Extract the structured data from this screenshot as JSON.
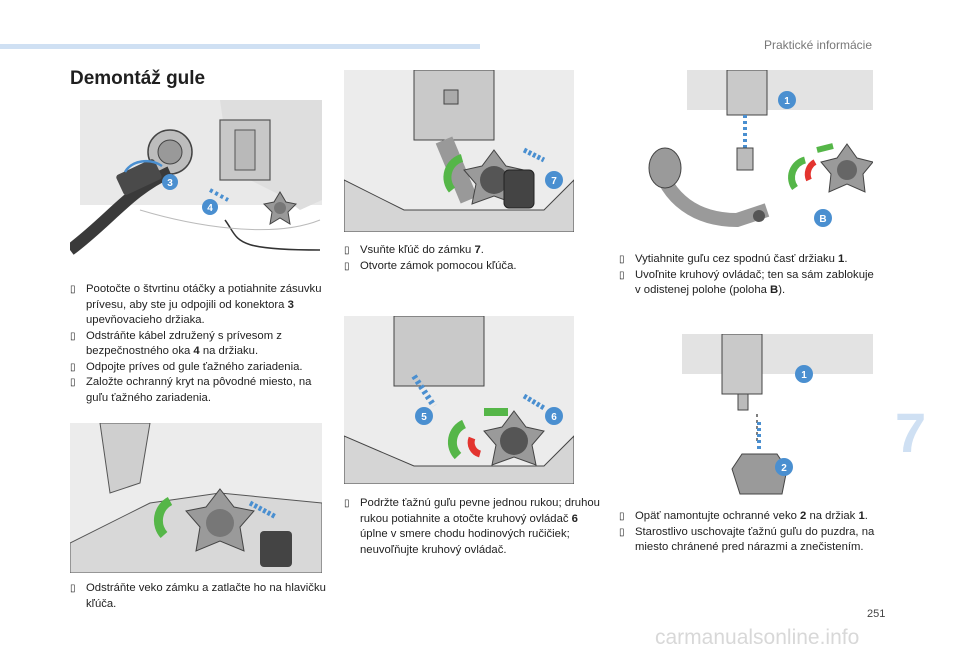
{
  "header": {
    "section": "Praktické informácie",
    "page_number": "251",
    "chapter": "7"
  },
  "title": "Demontáž gule",
  "watermark": "carmanualsonline.info",
  "colors": {
    "accent": "#4a8fd0",
    "green": "#55b648",
    "red": "#e3342f",
    "band": "#cfe0f3"
  },
  "illustrations": [
    {
      "labels": [
        "3",
        "4"
      ]
    },
    {
      "labels": [
        "7"
      ]
    },
    {
      "labels": [
        "1",
        "B"
      ]
    },
    {
      "labels": []
    },
    {
      "labels": [
        "5",
        "6"
      ]
    },
    {
      "labels": [
        "1",
        "2"
      ]
    }
  ],
  "col1_top": [
    {
      "parts": [
        "Pootočte o štvrtinu otáčky a potiahnite zásuvku prívesu, aby ste ju odpojili od konektora ",
        "3",
        " upevňovacieho držiaka."
      ]
    },
    {
      "parts": [
        "Odstráňte kábel združený s prívesom z bezpečnostného oka ",
        "4",
        " na držiaku."
      ]
    },
    {
      "parts": [
        "Odpojte príves od gule ťažného zariadenia.",
        "",
        ""
      ]
    },
    {
      "parts": [
        "Založte ochranný kryt na pôvodné miesto, na guľu ťažného zariadenia.",
        "",
        ""
      ]
    }
  ],
  "col1_bottom": [
    {
      "parts": [
        "Odstráňte veko zámku a zatlačte ho na hlavičku kľúča.",
        "",
        ""
      ]
    }
  ],
  "col2_top": [
    {
      "parts": [
        "Vsuňte kľúč do zámku ",
        "7",
        "."
      ]
    },
    {
      "parts": [
        "Otvorte zámok pomocou kľúča.",
        "",
        ""
      ]
    }
  ],
  "col2_bottom": [
    {
      "parts": [
        "Podržte ťažnú guľu pevne jednou rukou; druhou rukou potiahnite a otočte kruhový ovládač ",
        "6",
        " úplne v smere chodu hodinových ručičiek; neuvoľňujte kruhový ovládač."
      ]
    }
  ],
  "col3_top": [
    {
      "parts": [
        "Vytiahnite guľu cez spodnú časť držiaku ",
        "1",
        "."
      ]
    },
    {
      "parts": [
        "Uvoľnite kruhový ovládač; ten sa sám zablokuje v odistenej polohe (poloha ",
        "B",
        ")."
      ]
    }
  ],
  "col3_bottom": [
    {
      "parts": [
        "Opäť namontujte ochranné veko ",
        "2",
        " na držiak ",
        "1",
        "."
      ]
    },
    {
      "parts": [
        "Starostlivo uschovajte ťažnú guľu do puzdra, na miesto chránené pred nárazmi a znečistením.",
        "",
        "",
        "",
        ""
      ]
    }
  ]
}
